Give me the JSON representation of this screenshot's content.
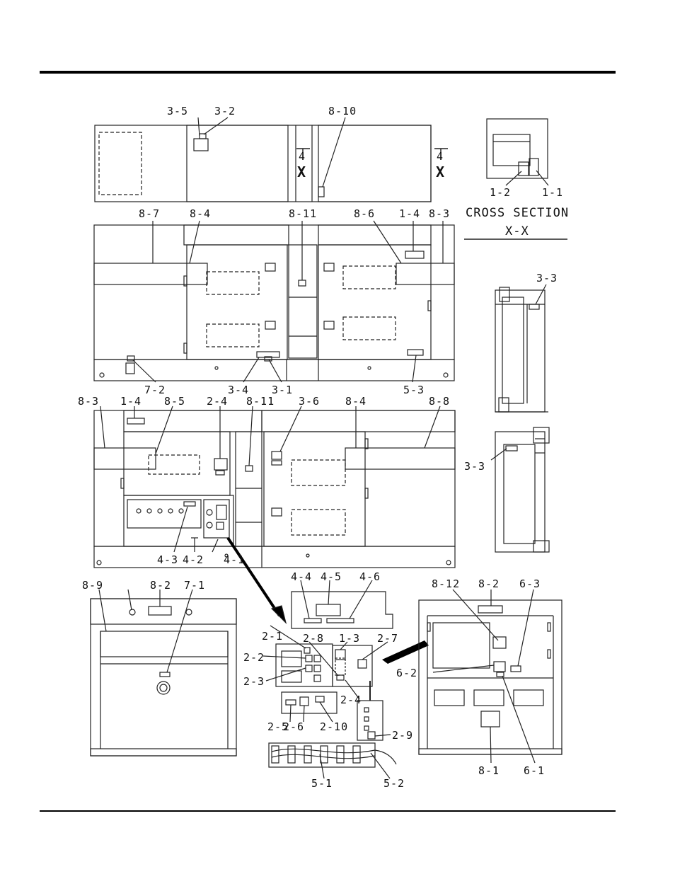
{
  "callouts": {
    "c35": "3-5",
    "c32": "3-2",
    "c810": "8-10",
    "c12": "1-2",
    "c11": "1-1",
    "c87": "8-7",
    "c84a": "8-4",
    "c811a": "8-11",
    "c86": "8-6",
    "c14a": "1-4",
    "c83a": "8-3",
    "c33a": "3-3",
    "c72": "7-2",
    "c34": "3-4",
    "c31": "3-1",
    "c53": "5-3",
    "c83b": "8-3",
    "c14b": "1-4",
    "c85": "8-5",
    "c24a": "2-4",
    "c811b": "8-11",
    "c36": "3-6",
    "c84b": "8-4",
    "c88": "8-8",
    "c33b": "3-3",
    "c43": "4-3",
    "c42": "4-2",
    "c41": "4-1",
    "c44": "4-4",
    "c45": "4-5",
    "c46": "4-6",
    "c89": "8-9",
    "c82a": "8-2",
    "c71": "7-1",
    "c812": "8-12",
    "c82b": "8-2",
    "c63": "6-3",
    "c21": "2-1",
    "c28": "2-8",
    "c13": "1-3",
    "c27": "2-7",
    "c22": "2-2",
    "c23": "2-3",
    "c24b": "2-4",
    "c62": "6-2",
    "c25": "2-5",
    "c26": "2-6",
    "c210": "2-10",
    "c29": "2-9",
    "c51": "5-1",
    "c52": "5-2",
    "c81": "8-1",
    "c61": "6-1"
  },
  "section": {
    "title": "CROSS SECTION",
    "sub": "X-X",
    "marker_number": "4",
    "marker_letter": "X"
  }
}
